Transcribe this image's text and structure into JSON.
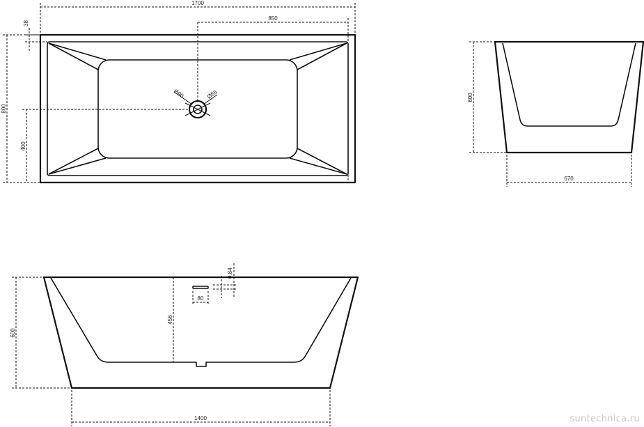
{
  "dimensions": {
    "top_length": "1700",
    "top_drain_offset": "850",
    "top_rim_thickness": "38",
    "top_width": "800",
    "top_drain_y": "400",
    "drain_outer": "Ø90",
    "drain_inner": "Ø65",
    "side_height": "600",
    "side_base_width": "670",
    "front_height": "600",
    "front_inner_depth": "456",
    "overflow_width": "80",
    "overflow_offset": "0.84",
    "front_base_length": "1400"
  },
  "watermark": "suntechnica.ru"
}
